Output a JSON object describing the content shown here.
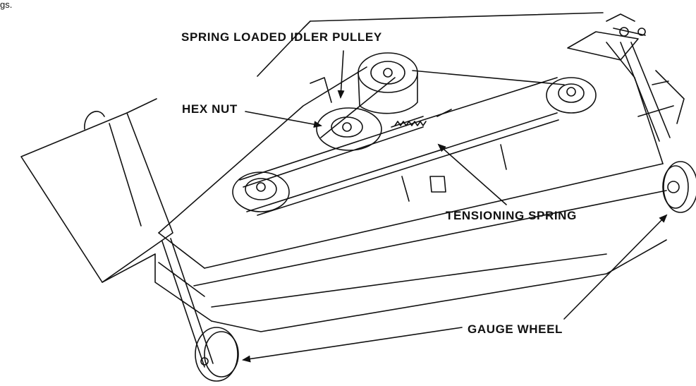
{
  "caption_fragment": "gs.",
  "labels": {
    "idler_pulley": "SPRING LOADED IDLER PULLEY",
    "hex_nut": "HEX NUT",
    "tensioning_spring": "TENSIONING SPRING",
    "gauge_wheel": "GAUGE WHEEL"
  },
  "colors": {
    "line": "#111111",
    "background": "#ffffff"
  }
}
